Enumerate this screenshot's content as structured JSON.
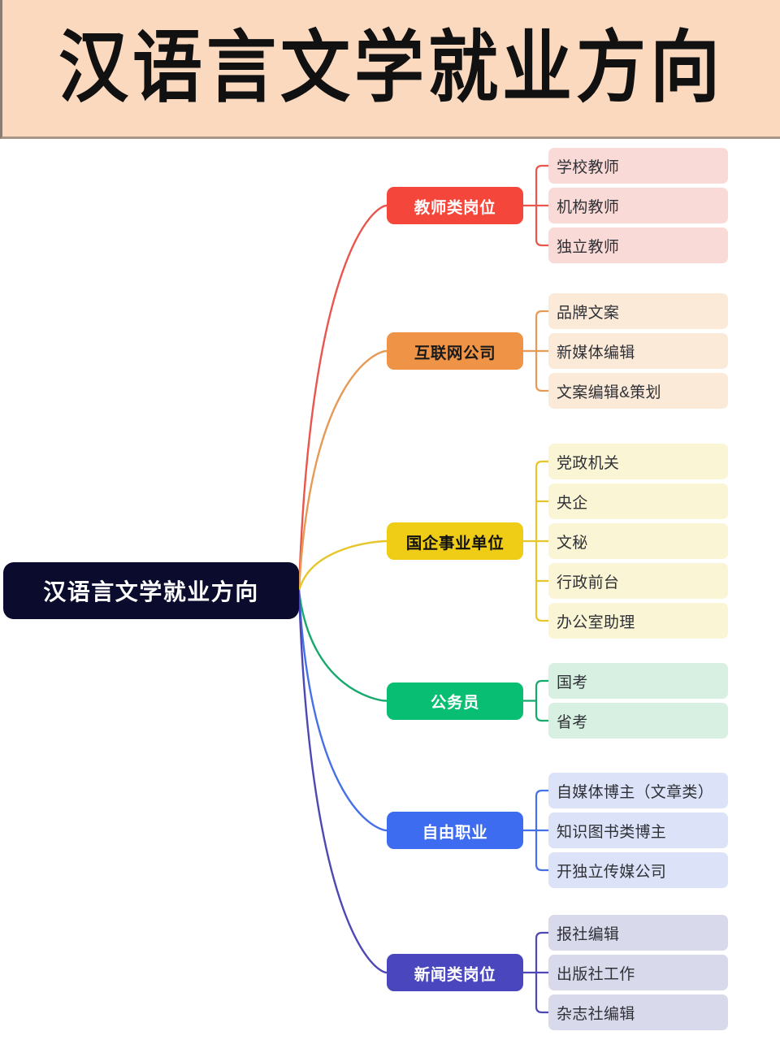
{
  "header": {
    "title": "汉语言文学就业方向",
    "background_color": "#FAD9BF",
    "text_color": "#111111"
  },
  "mindmap": {
    "root": {
      "label": "汉语言文学就业方向",
      "fill": "#0B0B2E",
      "text_color": "#FFFFFF"
    },
    "branches": [
      {
        "label": "教师类岗位",
        "fill": "#F5463C",
        "text_color": "#FFFFFF",
        "leaf_fill": "#FADAD6",
        "connector_color": "#E8564E",
        "children": [
          "学校教师",
          "机构教师",
          "独立教师"
        ]
      },
      {
        "label": "互联网公司",
        "fill": "#EF9446",
        "text_color": "#1A1A1A",
        "leaf_fill": "#FCEAD8",
        "connector_color": "#E59A55",
        "children": [
          "品牌文案",
          "新媒体编辑",
          "文案编辑&策划"
        ]
      },
      {
        "label": "国企事业单位",
        "fill": "#EFCC16",
        "text_color": "#111111",
        "leaf_fill": "#FAF5D4",
        "connector_color": "#E6C62A",
        "children": [
          "党政机关",
          "央企",
          "文秘",
          "行政前台",
          "办公室助理"
        ]
      },
      {
        "label": "公务员",
        "fill": "#08BE72",
        "text_color": "#FFFFFF",
        "leaf_fill": "#D7F0E2",
        "connector_color": "#16A96C",
        "children": [
          "国考",
          "省考"
        ]
      },
      {
        "label": "自由职业",
        "fill": "#3D6CF0",
        "text_color": "#FFFFFF",
        "leaf_fill": "#DCE2F8",
        "connector_color": "#4570E8",
        "children": [
          "自媒体博主（文章类）",
          "知识图书类博主",
          "开独立传媒公司"
        ]
      },
      {
        "label": "新闻类岗位",
        "fill": "#4A46BE",
        "text_color": "#FFFFFF",
        "leaf_fill": "#D9D9EC",
        "connector_color": "#4D48B5",
        "children": [
          "报社编辑",
          "出版社工作",
          "杂志社编辑"
        ]
      }
    ]
  }
}
